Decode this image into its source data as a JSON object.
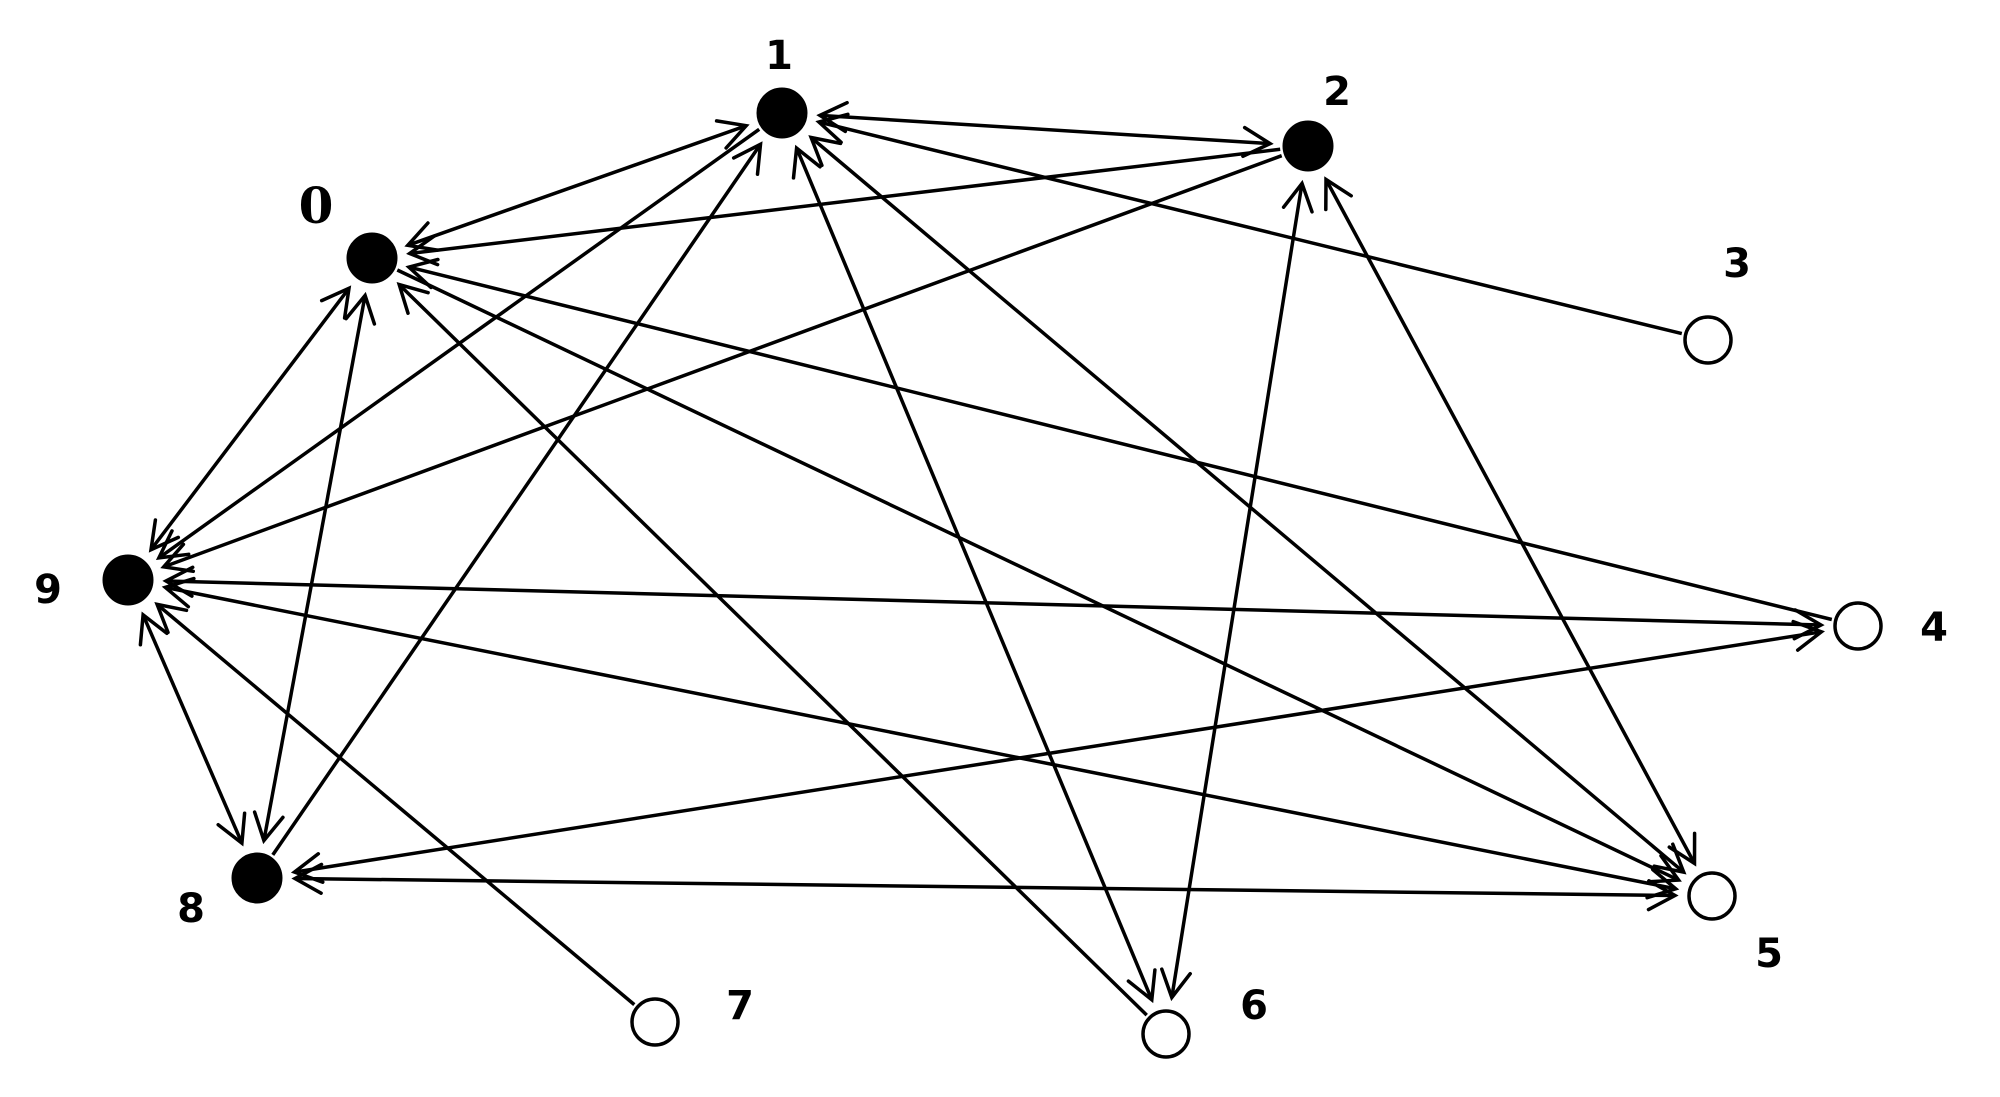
{
  "diagram": {
    "nodes": [
      {
        "id": "0",
        "label": "0",
        "filled": true
      },
      {
        "id": "1",
        "label": "1",
        "filled": true
      },
      {
        "id": "2",
        "label": "2",
        "filled": true
      },
      {
        "id": "3",
        "label": "3",
        "filled": false
      },
      {
        "id": "4",
        "label": "4",
        "filled": false
      },
      {
        "id": "5",
        "label": "5",
        "filled": false
      },
      {
        "id": "6",
        "label": "6",
        "filled": false
      },
      {
        "id": "7",
        "label": "7",
        "filled": false
      },
      {
        "id": "8",
        "label": "8",
        "filled": true
      },
      {
        "id": "9",
        "label": "9",
        "filled": true
      }
    ],
    "edges": [
      {
        "from": "0",
        "to": "1",
        "bidirectional": true
      },
      {
        "from": "1",
        "to": "2",
        "bidirectional": true
      },
      {
        "from": "2",
        "to": "0",
        "bidirectional": false
      },
      {
        "from": "3",
        "to": "1",
        "bidirectional": false
      },
      {
        "from": "0",
        "to": "9",
        "bidirectional": true
      },
      {
        "from": "1",
        "to": "9",
        "bidirectional": false
      },
      {
        "from": "2",
        "to": "9",
        "bidirectional": false
      },
      {
        "from": "0",
        "to": "8",
        "bidirectional": true
      },
      {
        "from": "8",
        "to": "1",
        "bidirectional": false
      },
      {
        "from": "4",
        "to": "0",
        "bidirectional": false
      },
      {
        "from": "0",
        "to": "5",
        "bidirectional": false
      },
      {
        "from": "6",
        "to": "0",
        "bidirectional": false
      },
      {
        "from": "1",
        "to": "6",
        "bidirectional": true
      },
      {
        "from": "1",
        "to": "5",
        "bidirectional": true
      },
      {
        "from": "2",
        "to": "6",
        "bidirectional": true
      },
      {
        "from": "2",
        "to": "5",
        "bidirectional": true
      },
      {
        "from": "9",
        "to": "4",
        "bidirectional": true
      },
      {
        "from": "8",
        "to": "4",
        "bidirectional": true
      },
      {
        "from": "9",
        "to": "5",
        "bidirectional": true
      },
      {
        "from": "9",
        "to": "8",
        "bidirectional": true
      },
      {
        "from": "7",
        "to": "9",
        "bidirectional": false
      },
      {
        "from": "8",
        "to": "5",
        "bidirectional": true
      }
    ]
  }
}
